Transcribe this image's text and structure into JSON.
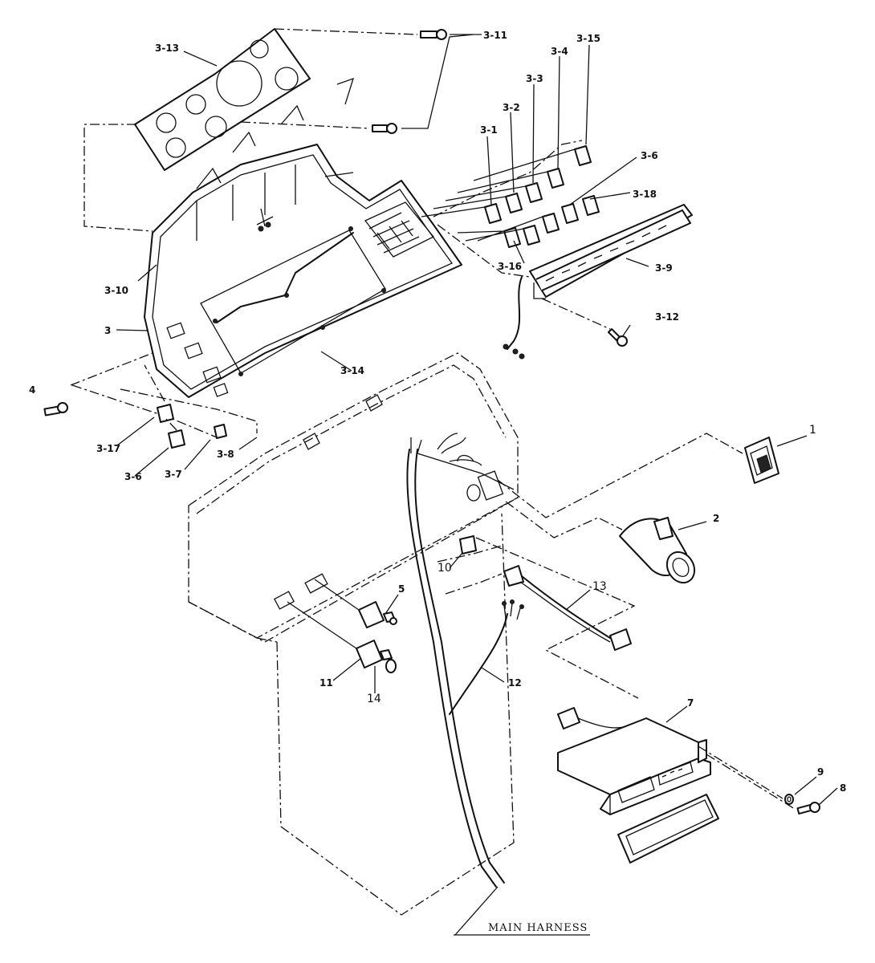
{
  "labels": {
    "p3_13": "3-13",
    "p3_11": "3-11",
    "p3_15": "3-15",
    "p3_4": "3-4",
    "p3_3": "3-3",
    "p3_2": "3-2",
    "p3_1": "3-1",
    "p3_6a": "3-6",
    "p3_18": "3-18",
    "p3_16": "3-16",
    "p3_9": "3-9",
    "p3_10": "3-10",
    "p3": "3",
    "p3_12": "3-12",
    "p3_14": "3-14",
    "p4": "4",
    "p3_17": "3-17",
    "p3_6b": "3-6",
    "p3_7": "3-7",
    "p3_8": "3-8",
    "p1": "1",
    "p2": "2",
    "p10": "10",
    "p13": "13",
    "p5": "5",
    "p11": "11",
    "p14": "14",
    "p12": "12",
    "p7": "7",
    "p9": "9",
    "p8": "8"
  },
  "caption": "MAIN HARNESS"
}
